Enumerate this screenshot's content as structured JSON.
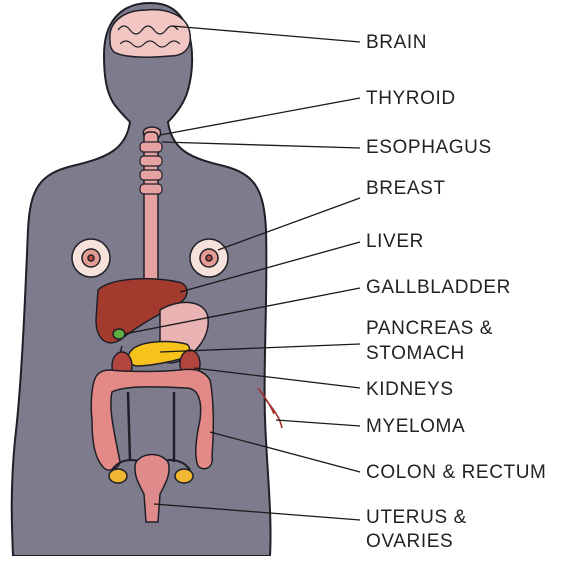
{
  "labels": {
    "brain": "BRAIN",
    "thyroid": "THYROID",
    "esophagus": "ESOPHAGUS",
    "breast": "BREAST",
    "liver": "LIVER",
    "gallbladder": "GALLBLADDER",
    "pancreas_line1": "PANCREAS &",
    "pancreas_line2": "STOMACH",
    "kidneys": "KIDNEYS",
    "myeloma": "MYELOMA",
    "colon": "COLON & RECTUM",
    "uterus_line1": "UTERUS &",
    "uterus_line2": "OVARIES"
  },
  "colors": {
    "body": "#7d7b8c",
    "outline": "#1f1f28",
    "brain": "#f2c6c3",
    "organ_pink": "#e6a2a0",
    "liver": "#a23a2e",
    "pancreas": "#f6c21b",
    "gallbladder": "#5fae45",
    "colon": "#e48a86",
    "uterus": "#df8b8b",
    "ovary": "#f1b632",
    "leader_line": "#1a1a1a"
  }
}
